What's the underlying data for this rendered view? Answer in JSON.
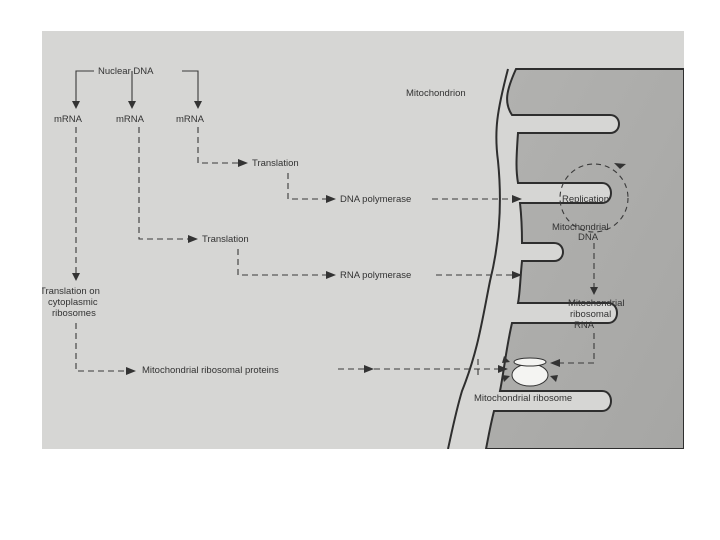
{
  "diagram": {
    "compartment_label": "Mitochondrion",
    "source_label": "Nuclear DNA",
    "mrna_labels": [
      "mRNA",
      "mRNA",
      "mRNA"
    ],
    "translation_1": "Translation",
    "translation_2": "Translation",
    "cytoplasmic_translation": [
      "Translation on",
      "cytoplasmic",
      "ribosomes"
    ],
    "dna_polymerase": "DNA polymerase",
    "rna_polymerase": "RNA polymerase",
    "ribosomal_proteins": "Mitochondrial ribosomal proteins",
    "replication": "Replication",
    "mito_dna": [
      "Mitochondrial",
      "DNA"
    ],
    "mito_rrna": [
      "Mitochondrial",
      "ribosomal",
      "RNA"
    ],
    "mito_ribosome": "Mitochondrial ribosome"
  }
}
